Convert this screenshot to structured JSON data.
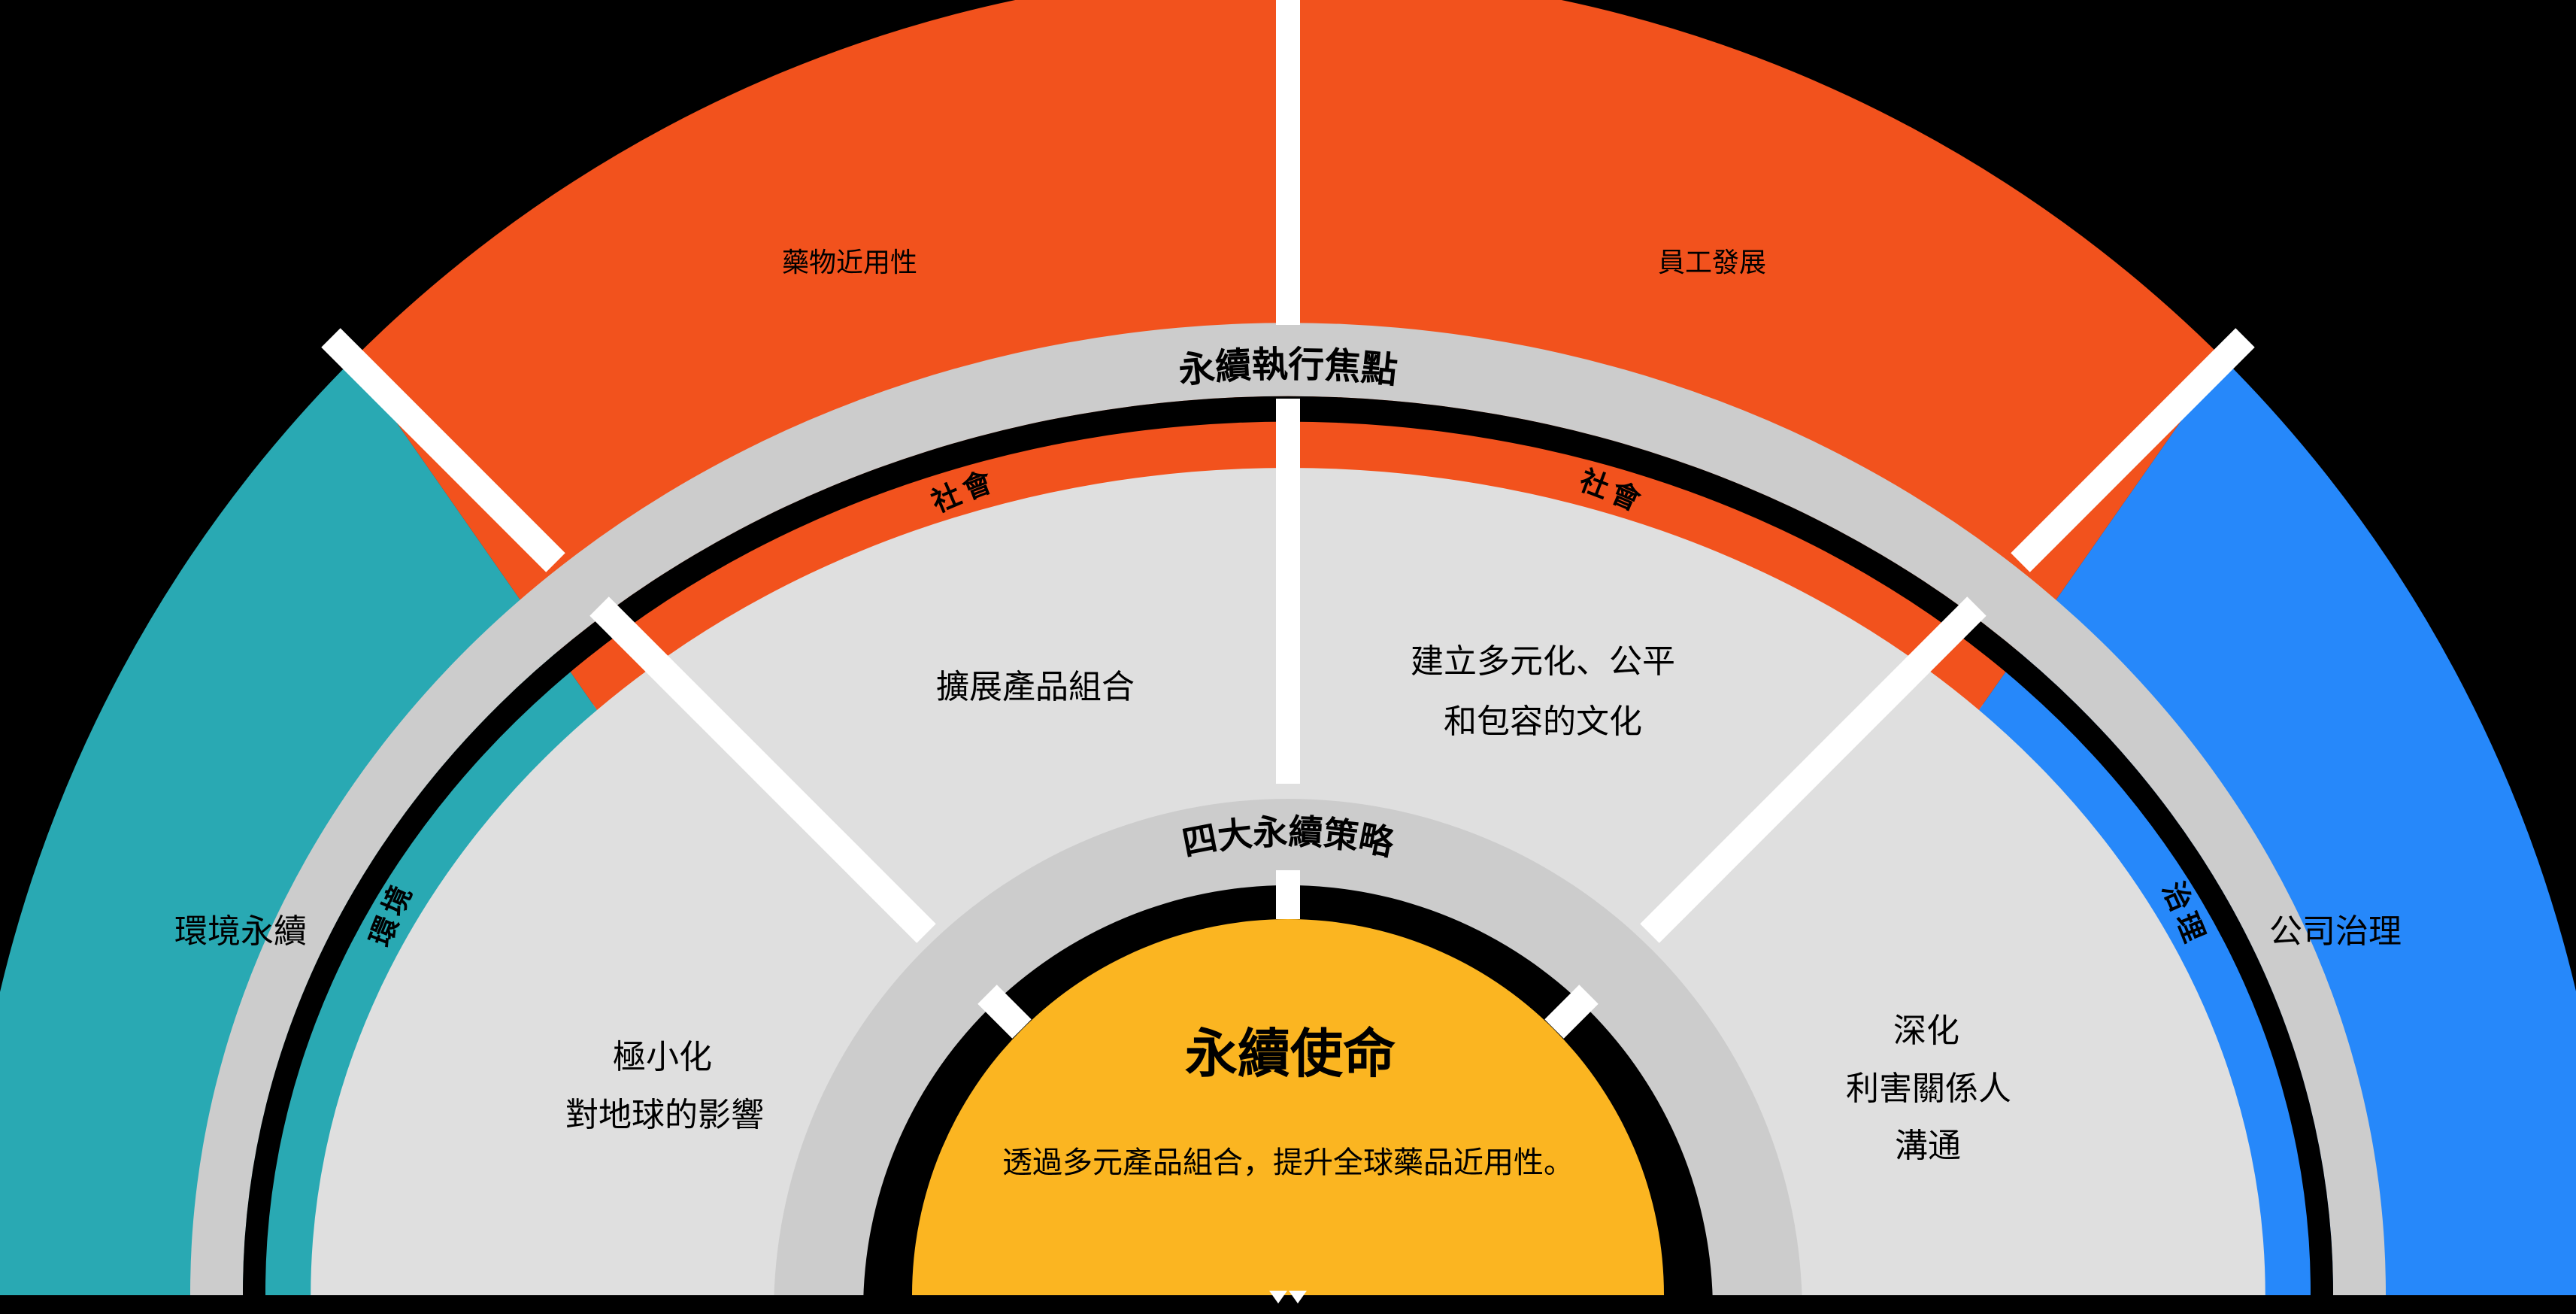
{
  "colors": {
    "background": "#000000",
    "black": "#000000",
    "white": "#FFFFFF",
    "orange": "#F2521D",
    "teal": "#29A9B3",
    "blue": "#2688FA",
    "yellow": "#FBB521",
    "light_gray": "#DFDFDF",
    "band_gray": "#CCCCCC"
  },
  "outer_ring": {
    "label": "永續執行焦點",
    "segments": [
      {
        "id": "environment",
        "label": "環境永續",
        "color": "#29A9B3"
      },
      {
        "id": "drug-accessibility",
        "label": "藥物近用性",
        "color": "#F2521D"
      },
      {
        "id": "employee-development",
        "label": "員工發展",
        "color": "#F2521D"
      },
      {
        "id": "governance",
        "label": "公司治理",
        "color": "#2688FA"
      }
    ]
  },
  "esg_strip": {
    "labels": [
      "環境",
      "社會",
      "社會",
      "治理"
    ]
  },
  "strategy_ring": {
    "label": "四大永續策略",
    "segments": [
      {
        "id": "minimize-impact",
        "lines": [
          "極小化",
          "對地球的影響"
        ]
      },
      {
        "id": "expand-portfolio",
        "lines": [
          "擴展產品組合"
        ]
      },
      {
        "id": "dei-culture",
        "lines": [
          "建立多元化、公平",
          "和包容的文化"
        ]
      },
      {
        "id": "stakeholder-communication",
        "lines": [
          "深化",
          "利害關係人",
          "溝通"
        ]
      }
    ]
  },
  "mission": {
    "title": "永續使命",
    "subtitle": "透過多元產品組合，提升全球藥品近用性。"
  }
}
